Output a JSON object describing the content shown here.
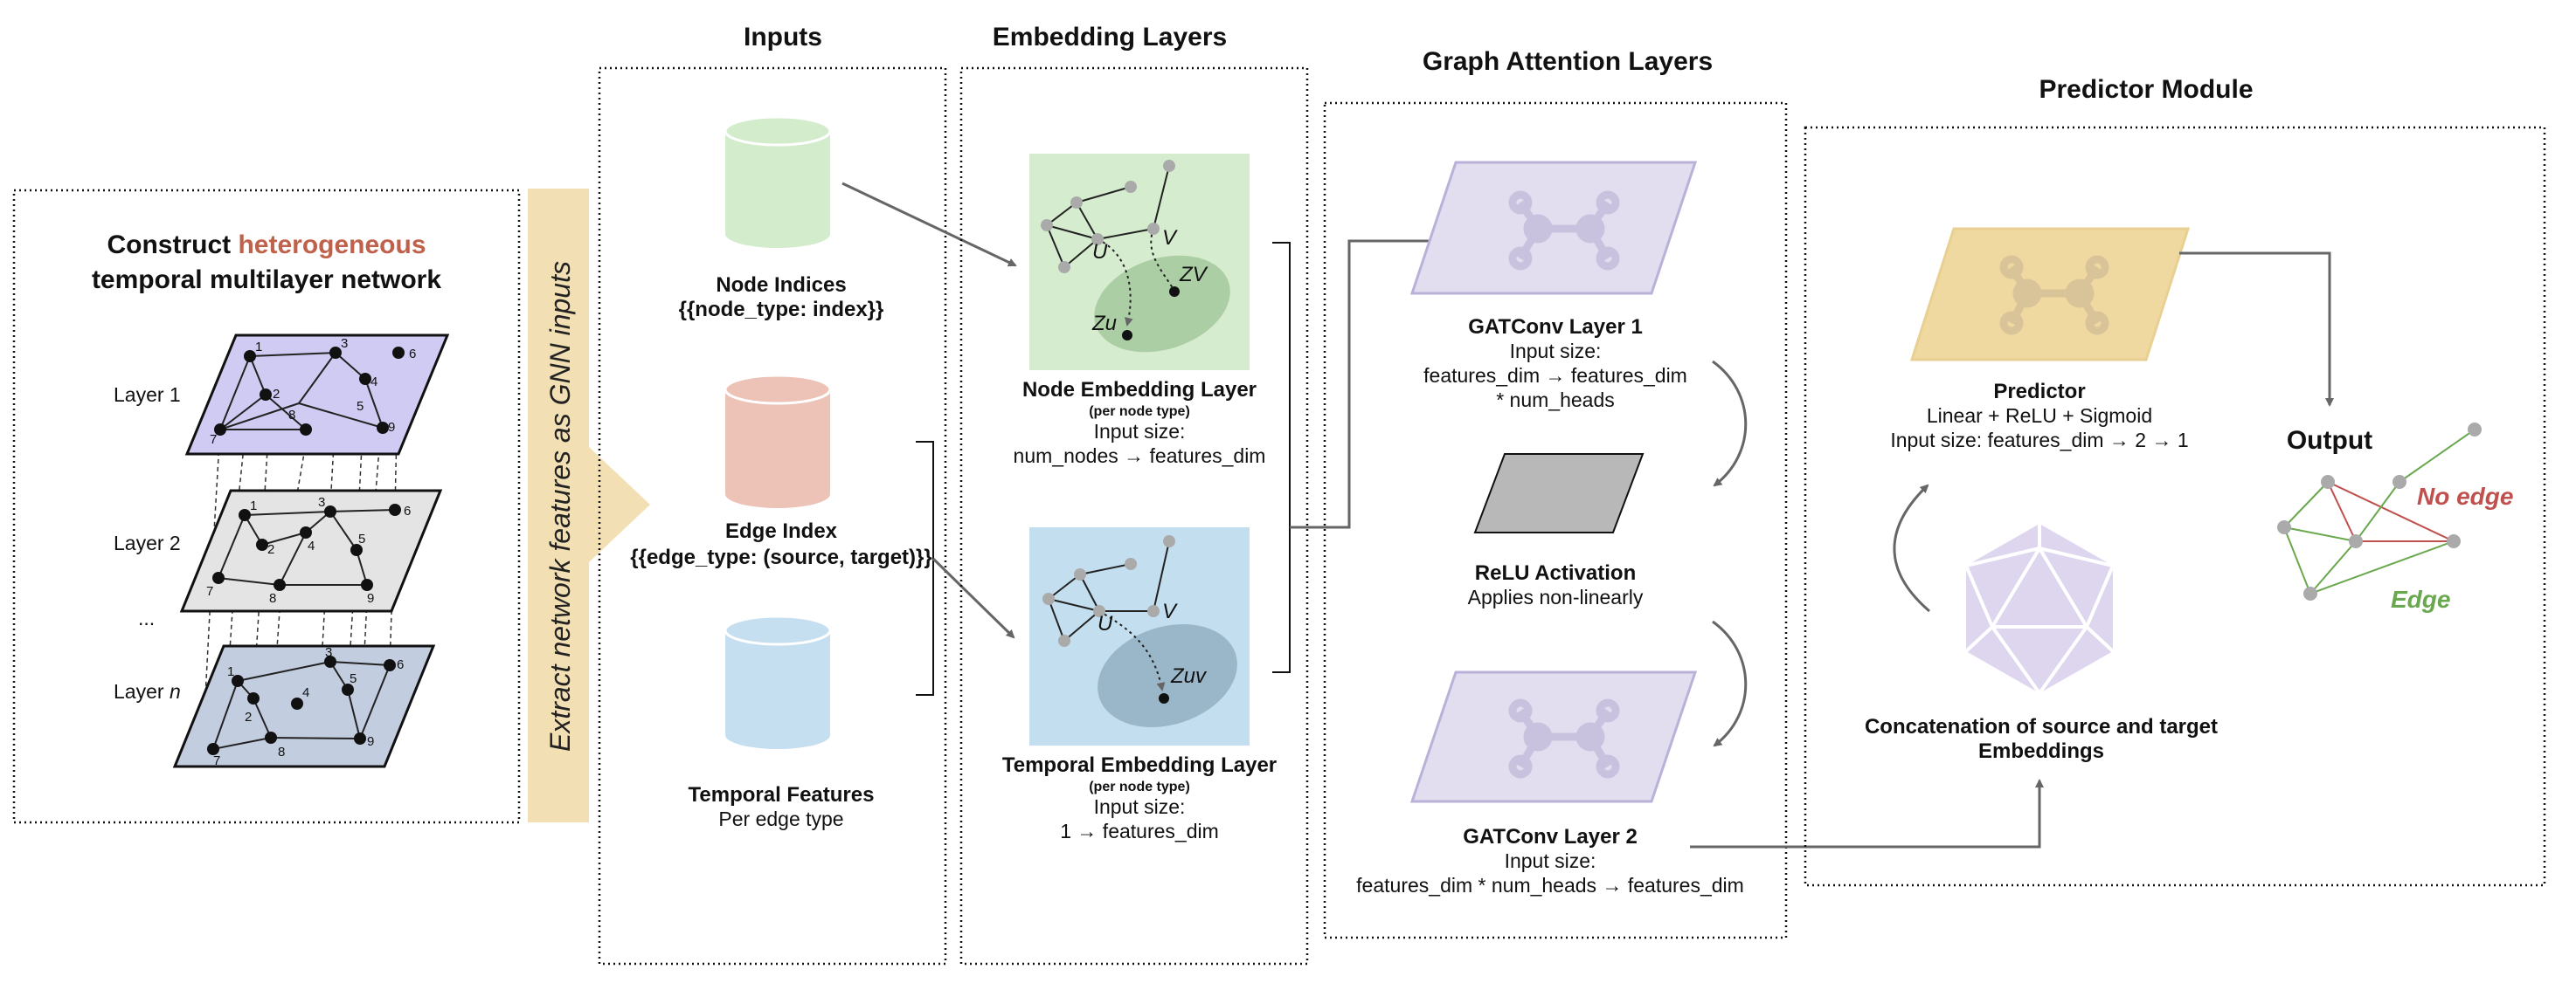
{
  "construct": {
    "title_prefix": "Construct ",
    "title_highlight": "heterogeneous",
    "title_line2": "temporal multilayer network",
    "layer_labels": [
      "Layer 1",
      "Layer 2",
      "...",
      "Layer "
    ],
    "layer_n_suffix": "n",
    "node_numbers": [
      "1",
      "2",
      "3",
      "4",
      "5",
      "6",
      "7",
      "8",
      "9"
    ]
  },
  "extract_label": "Extract network features as GNN inputs",
  "inputs": {
    "title": "Inputs",
    "node_indices": {
      "label": "Node Indices",
      "sub": "{{node_type: index}}"
    },
    "edge_index": {
      "label": "Edge Index",
      "sub": "{{edge_type: (source, target)}}"
    },
    "temporal_features": {
      "label": "Temporal Features",
      "sub": "Per edge type"
    }
  },
  "embedding": {
    "title": "Embedding Layers",
    "node": {
      "title": "Node Embedding Layer",
      "sub": "(per node type)",
      "input_label": "Input size:",
      "size": "num_nodes → features_dim"
    },
    "temporal": {
      "title": "Temporal Embedding Layer",
      "sub": "(per node type)",
      "input_label": "Input size:",
      "size": "1 → features_dim"
    },
    "symbols": {
      "u": "U",
      "v": "V",
      "zu": "Zu",
      "zv": "ZV",
      "zuv": "Zuv"
    }
  },
  "gat": {
    "title": "Graph Attention Layers",
    "layer1": {
      "title": "GATConv Layer 1",
      "input_label": "Input size:",
      "size": "features_dim → features_dim",
      "size2": "* num_heads"
    },
    "relu": {
      "title": "ReLU Activation",
      "sub": "Applies non-linearly"
    },
    "layer2": {
      "title": "GATConv Layer 2",
      "input_label": "Input size:",
      "size": "features_dim * num_heads → features_dim"
    }
  },
  "predictor": {
    "title": "Predictor Module",
    "box": {
      "title": "Predictor",
      "line1": "Linear + ReLU + Sigmoid",
      "line2": "Input size: features_dim → 2 → 1"
    },
    "concat": {
      "line1": "Concatenation of source and target",
      "line2": "Embeddings"
    },
    "output": "Output",
    "no_edge": "No edge",
    "edge": "Edge"
  },
  "colors": {
    "highlight": "#c0624b",
    "layer1": "#cfcbf3",
    "layer2": "#e4e4e4",
    "layern": "#c3cde0",
    "extract": "#f3dfb4",
    "cyl_green": "#d3eccc",
    "cyl_red": "#edc3b8",
    "cyl_blue": "#c5dff0",
    "emb_green": "#d6eccf",
    "emb_blue": "#c3deee",
    "gat": "#e3ddf0",
    "relu": "#b8b8b8",
    "predictor": "#f0d9a0",
    "icosa": "#ddd6ee",
    "no_edge": "#c0504d",
    "edge": "#6aa84f"
  }
}
